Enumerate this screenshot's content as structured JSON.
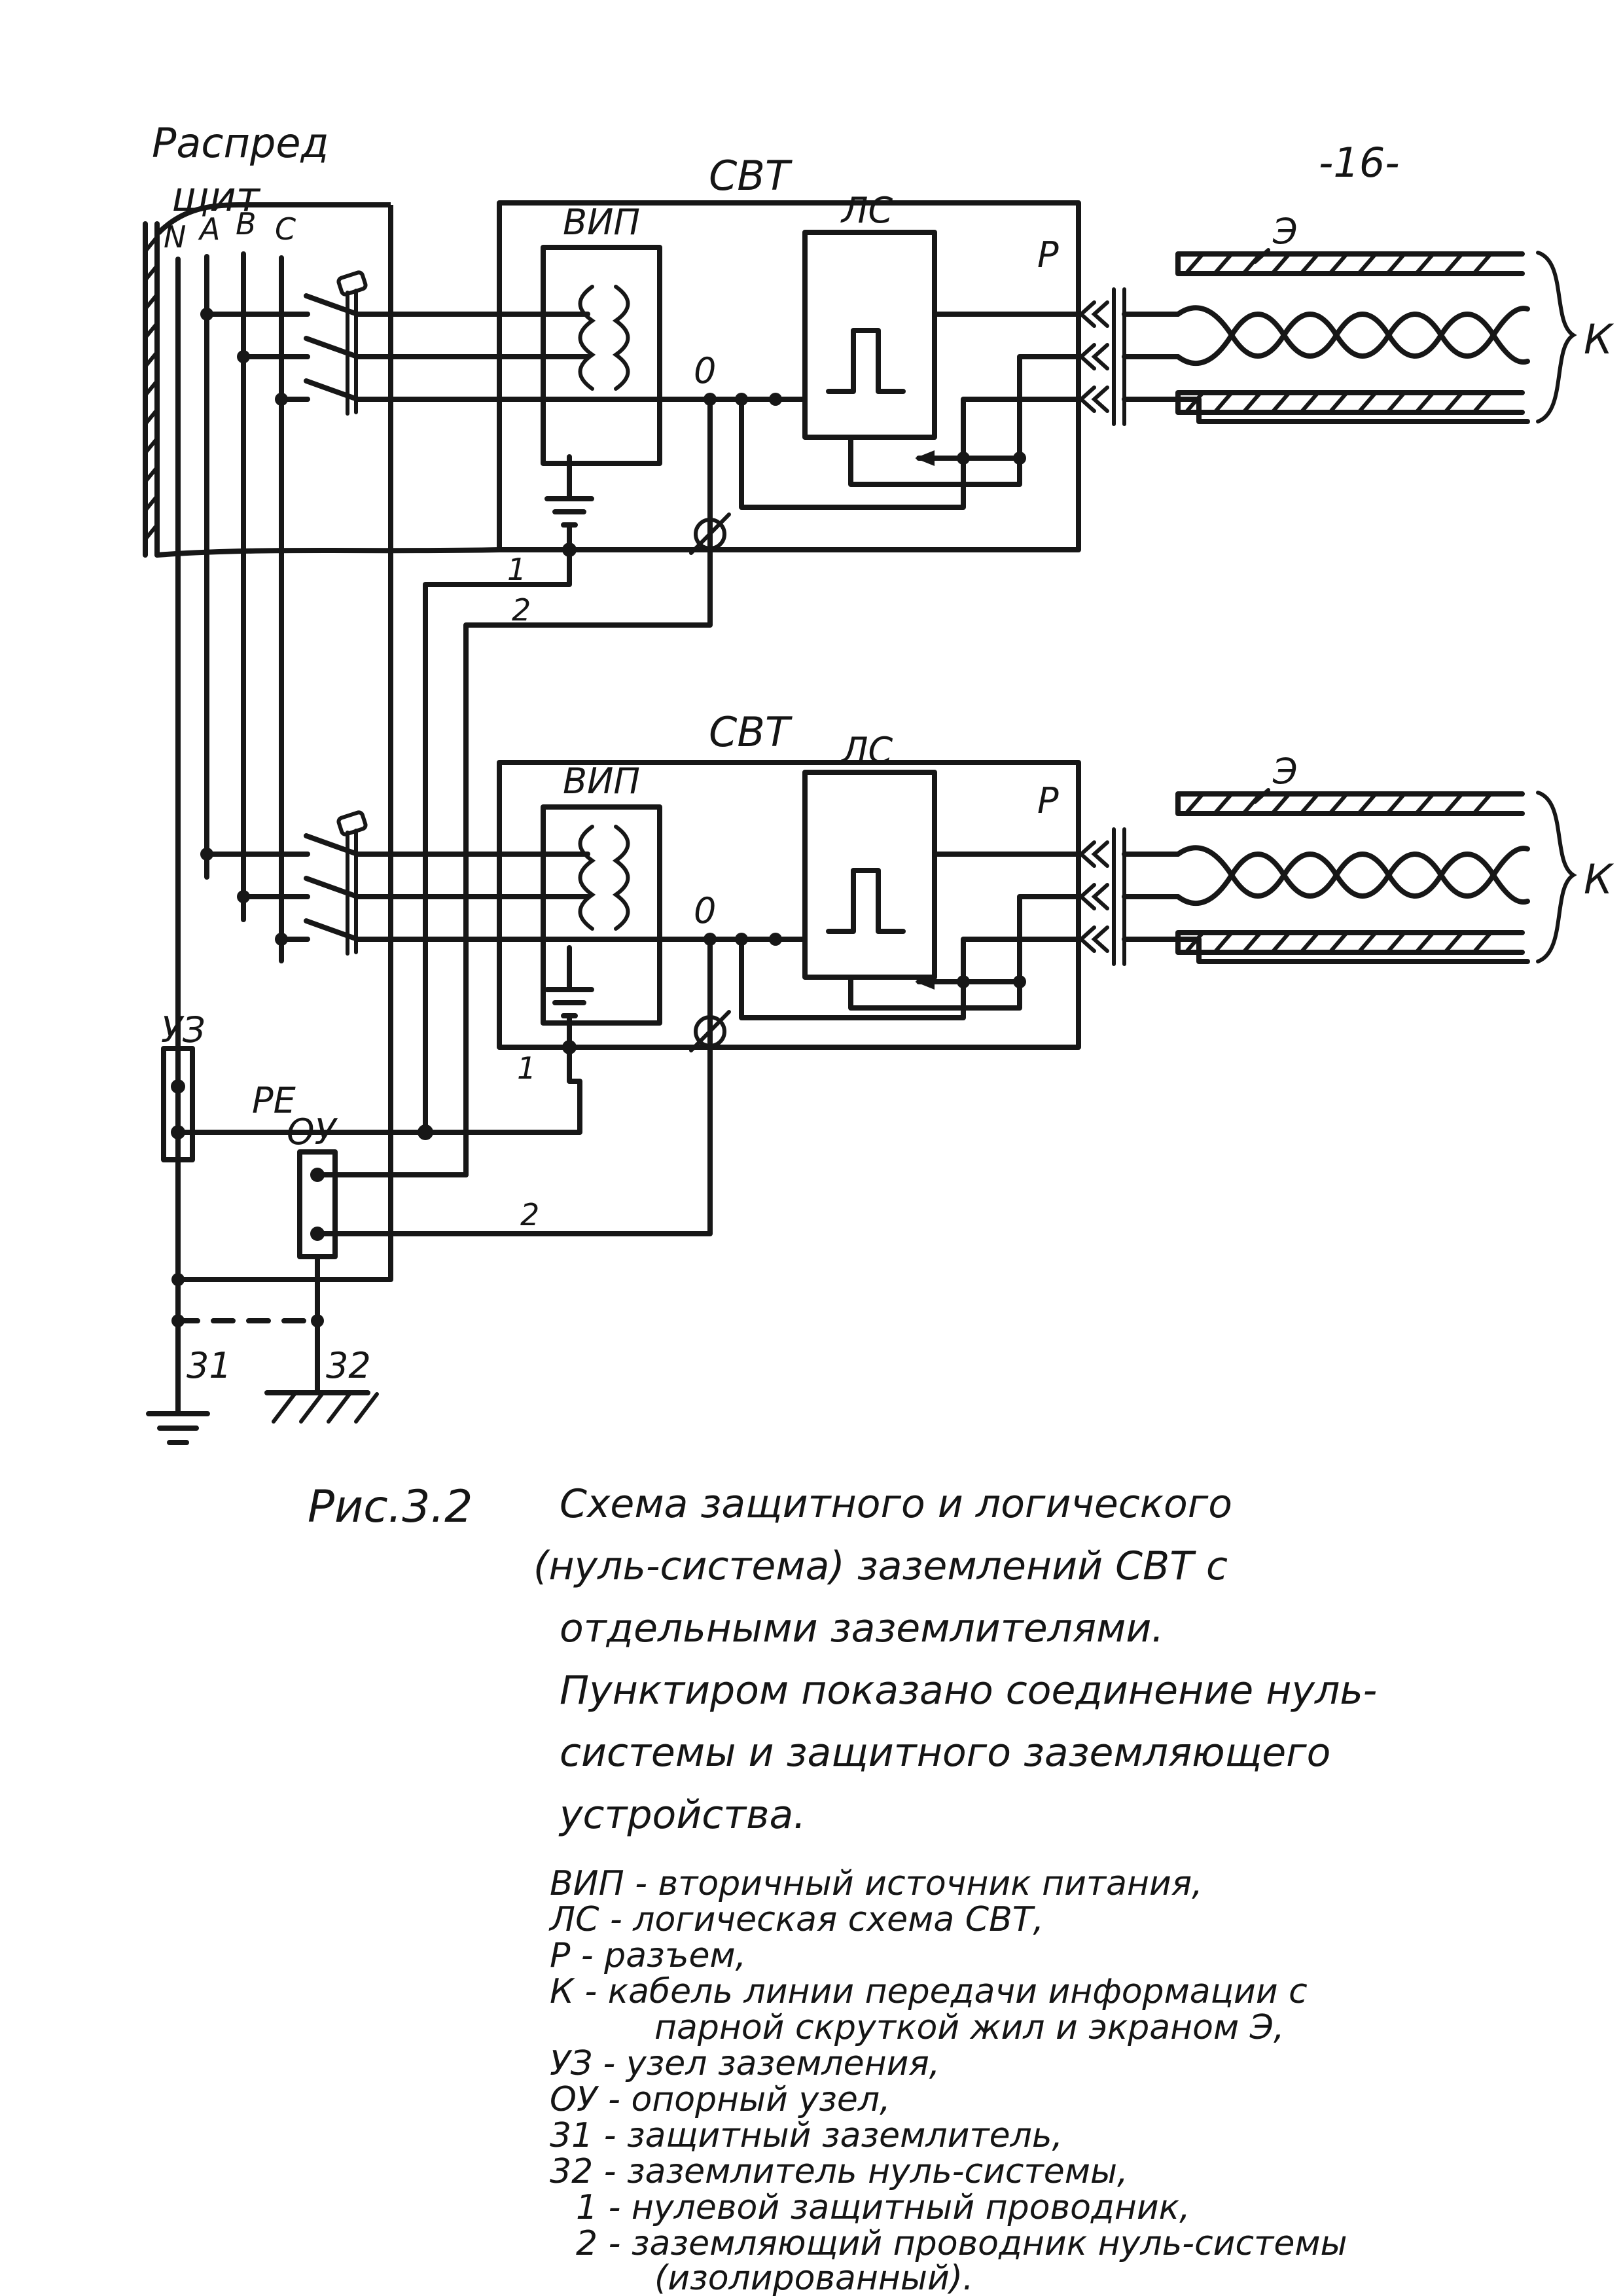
{
  "page": {
    "number": "-16-"
  },
  "diagram": {
    "panel": {
      "label_line1": "Распред",
      "label_line2": "щит",
      "phases": [
        "N",
        "A",
        "B",
        "C"
      ]
    },
    "units": [
      {
        "title": "СВТ",
        "psu": "ВИП",
        "logic": "ЛС",
        "zero": "0",
        "connector": "Р",
        "shield": "Э",
        "cable": "К",
        "wire1": "1",
        "wire2": "2"
      },
      {
        "title": "СВТ",
        "psu": "ВИП",
        "logic": "ЛС",
        "zero": "0",
        "connector": "Р",
        "shield": "Э",
        "cable": "К",
        "wire1": "1",
        "wire2": "2"
      }
    ],
    "earthing": {
      "uz": "УЗ",
      "pe": "РЕ",
      "ou": "ОУ",
      "g31": "31",
      "g32": "32"
    }
  },
  "caption": {
    "figure": "Рис.3.2",
    "lines": [
      "Схема защитного и логического",
      "(нуль-система) заземлений СВТ с",
      "отдельными заземлителями.",
      "Пунктиром показано соединение нуль-",
      "системы и защитного заземляющего",
      "устройства."
    ]
  },
  "legend": {
    "lines": [
      "ВИП - вторичный источник питания,",
      "ЛС - логическая схема СВТ,",
      "Р - разъем,",
      "К - кабель линии передачи информации с",
      "парной скруткой жил и экраном Э,",
      "УЗ - узел заземления,",
      "ОУ - опорный узел,",
      "31 - защитный заземлитель,",
      "32 - заземлитель нуль-системы,",
      "1 - нулевой защитный проводник,",
      "2 - заземляющий проводник нуль-системы",
      "(изолированный)."
    ]
  }
}
